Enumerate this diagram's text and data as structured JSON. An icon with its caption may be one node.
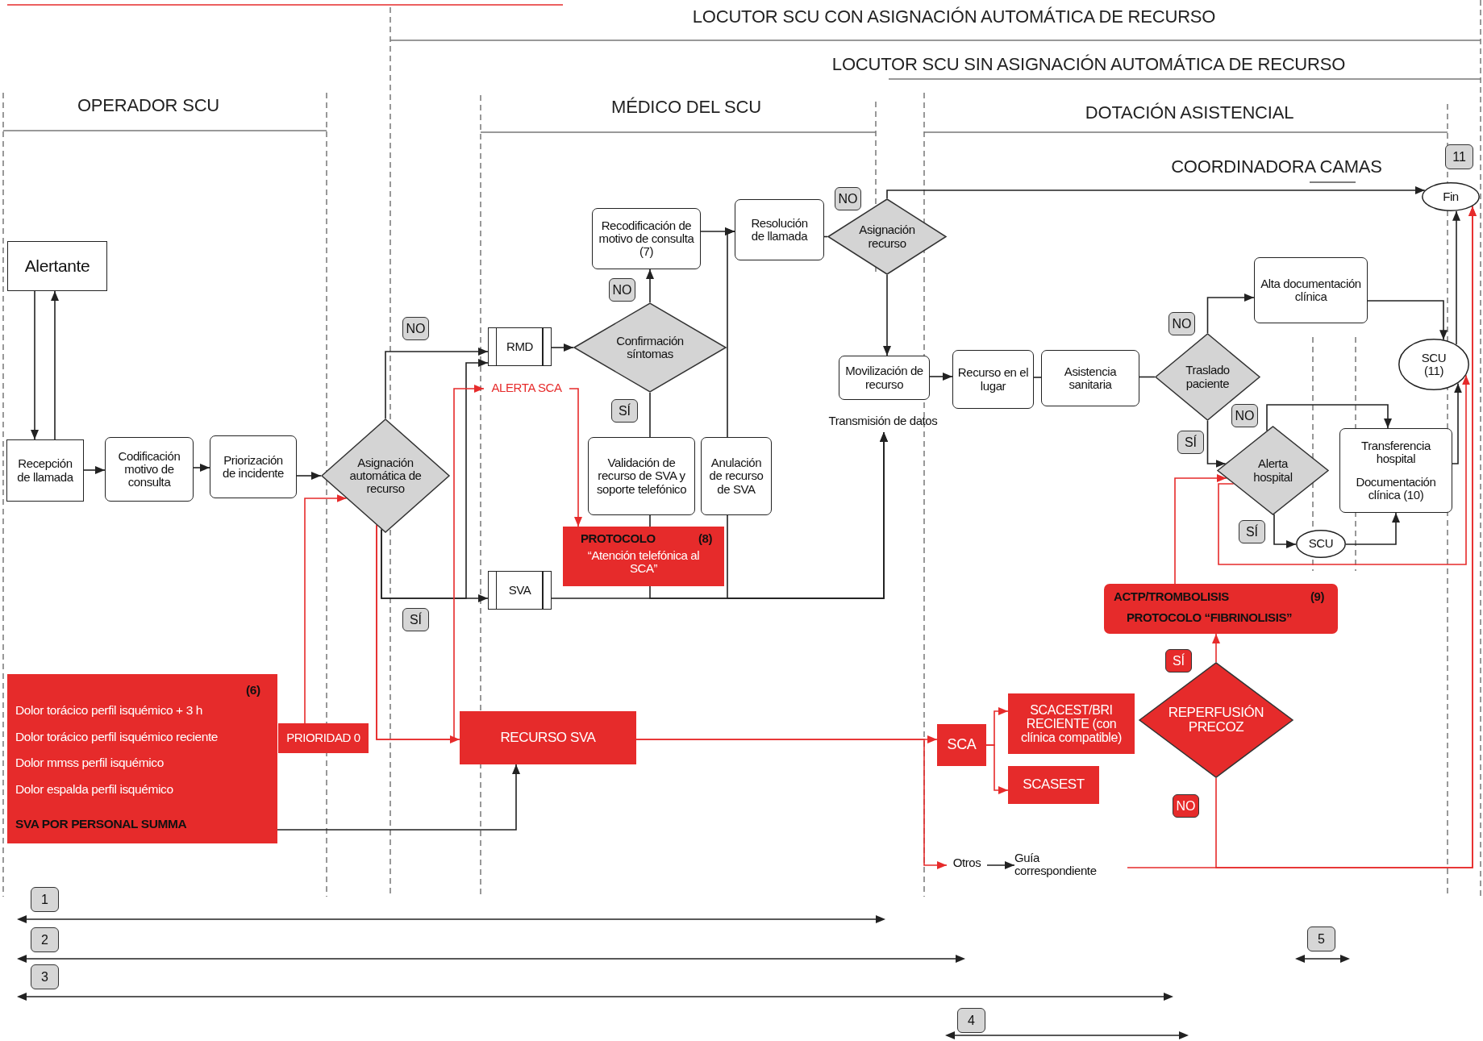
{
  "diagram": {
    "nodes": [
      {
        "text": [
          "Alertante"
        ]
      },
      {
        "text": [
          "Recepción de llamada"
        ]
      },
      {
        "text": [
          "Codificación motivo de consulta"
        ]
      },
      {
        "text": [
          "Priorización de incidente"
        ]
      },
      {
        "text": [
          "Asignación automática de recurso"
        ]
      },
      {
        "text": [
          "RMD"
        ]
      },
      {
        "text": [
          "Confirmación síntomas"
        ]
      },
      {
        "text": [
          "Recodificación de motivo de consulta (7)"
        ]
      },
      {
        "text": [
          "Resolución de llamada"
        ]
      },
      {
        "text": [
          "Asignación recurso"
        ]
      },
      {
        "text": [
          "Validación de recurso de SVA y soporte telefónico"
        ]
      },
      {
        "text": [
          "Anulación de recurso de SVA"
        ]
      },
      {
        "text": [
          "PROTOCOLO",
          "(8)",
          "“Atención telefónica al SCA”"
        ]
      },
      {
        "text": [
          "SVA"
        ]
      },
      {
        "text": [
          "Movilización de recurso"
        ]
      },
      {
        "text": [
          "Recurso en el lugar"
        ]
      },
      {
        "text": [
          "Asistencia sanitaria"
        ]
      },
      {
        "text": [
          "Traslado paciente"
        ]
      },
      {
        "text": [
          "Alta documentación clínica"
        ]
      },
      {
        "text": [
          "Alerta hospital"
        ]
      },
      {
        "text": [
          "Transferencia hospital",
          "Documentación clínica (10)"
        ]
      },
      {
        "text": [
          "SCU"
        ]
      },
      {
        "text": [
          "Fin"
        ]
      },
      {
        "text": [
          "SCU (11)"
        ]
      },
      {
        "text": [
          "Transmisión de datos"
        ]
      },
      {
        "text": [
          "(6)",
          "Dolor torácico perfil isquémico + 3 h",
          "Dolor torácico perfil isquémico reciente",
          "Dolor mmss perfil isquémico",
          "Dolor espalda perfil isquémico",
          "SVA POR PERSONAL SUMMA"
        ]
      },
      {
        "text": [
          "PRIORIDAD 0"
        ]
      },
      {
        "text": [
          "RECURSO SVA"
        ]
      },
      {
        "text": [
          "SCA"
        ]
      },
      {
        "text": [
          "SCACEST/BRI RECIENTE (con clínica compatible)"
        ]
      },
      {
        "text": [
          "SCASEST"
        ]
      },
      {
        "text": [
          "REPERFUSIÓN PRECOZ"
        ]
      },
      {
        "text": [
          "ACTP/TROMBOLISIS",
          "(9)",
          "PROTOCOLO “FIBRINOLISIS”"
        ]
      },
      {
        "text": [
          "Otros"
        ]
      },
      {
        "text": [
          "Guía correspondiente"
        ]
      },
      {
        "text": [
          "ALERTA SCA"
        ]
      }
    ],
    "edges": [
      {
        "from": 0,
        "to": 1,
        "arrow": "to"
      },
      {
        "from": 1,
        "to": 0,
        "arrow": "to"
      },
      {
        "from": 1,
        "to": 2,
        "arrow": "to"
      },
      {
        "from": 2,
        "to": 3,
        "arrow": "to"
      },
      {
        "from": 3,
        "to": 4,
        "arrow": "to"
      },
      {
        "from": 4,
        "to": 5,
        "arrow": "to",
        "label": "NO"
      },
      {
        "from": 4,
        "to": 13,
        "arrow": "to",
        "label": "SÍ"
      },
      {
        "from": 4,
        "to": 5,
        "arrow": "to"
      },
      {
        "from": 5,
        "to": 6,
        "arrow": "to"
      },
      {
        "from": 6,
        "to": 7,
        "arrow": "to",
        "label": "NO"
      },
      {
        "from": 6,
        "to": 10,
        "arrow": "none",
        "label": "SÍ"
      },
      {
        "from": 7,
        "to": 8,
        "arrow": "to"
      },
      {
        "from": 11,
        "to": 8,
        "arrow": "to"
      },
      {
        "from": 8,
        "to": 9,
        "arrow": "none"
      },
      {
        "from": 9,
        "to": 22,
        "arrow": "to",
        "label": "NO"
      },
      {
        "from": 9,
        "to": 14,
        "arrow": "to"
      },
      {
        "from": 14,
        "to": 15,
        "arrow": "to"
      },
      {
        "from": 15,
        "to": 16,
        "arrow": "none"
      },
      {
        "from": 16,
        "to": 17,
        "arrow": "none"
      },
      {
        "from": 17,
        "to": 18,
        "arrow": "to",
        "label": "NO"
      },
      {
        "from": 17,
        "to": 19,
        "arrow": "to",
        "label": "SÍ"
      },
      {
        "from": 19,
        "to": 20,
        "arrow": "to",
        "label": "NO"
      },
      {
        "from": 19,
        "to": 21,
        "arrow": "to",
        "label": "SÍ"
      },
      {
        "from": 21,
        "to": 20,
        "arrow": "to"
      },
      {
        "from": 18,
        "to": 23,
        "arrow": "to"
      },
      {
        "from": 20,
        "to": 23,
        "arrow": "to"
      },
      {
        "from": 23,
        "to": 22,
        "arrow": "to"
      },
      {
        "from": 26,
        "to": 4,
        "arrow": "to",
        "color": "#e62b2b"
      },
      {
        "from": 4,
        "to": 27,
        "arrow": "to",
        "color": "#e62b2b"
      },
      {
        "from": 4,
        "to": 35,
        "arrow": "to",
        "color": "#e62b2b"
      },
      {
        "from": 35,
        "to": 12,
        "arrow": "to",
        "color": "#e62b2b"
      },
      {
        "from": 25,
        "to": 27,
        "arrow": "to"
      },
      {
        "from": 27,
        "to": 28,
        "arrow": "to",
        "color": "#e62b2b"
      },
      {
        "from": 28,
        "to": 29,
        "arrow": "to",
        "color": "#e62b2b"
      },
      {
        "from": 28,
        "to": 30,
        "arrow": "to",
        "color": "#e62b2b"
      },
      {
        "from": 27,
        "to": 33,
        "arrow": "to",
        "color": "#e62b2b"
      },
      {
        "from": 33,
        "to": 34,
        "arrow": "to"
      },
      {
        "from": 31,
        "to": 32,
        "arrow": "to",
        "label": "SÍ",
        "color": "#e62b2b"
      },
      {
        "from": 31,
        "to": 22,
        "arrow": "to",
        "label": "NO",
        "color": "#e62b2b"
      },
      {
        "from": 34,
        "to": 22,
        "arrow": "to",
        "color": "#e62b2b"
      },
      {
        "from": 32,
        "to": 19,
        "arrow": "to",
        "color": "#e62b2b"
      },
      {
        "from": 19,
        "to": 23,
        "arrow": "to",
        "color": "#e62b2b"
      },
      {
        "from": 13,
        "to": 24,
        "arrow": "to"
      },
      {
        "from": 12,
        "to": 24,
        "arrow": "to"
      },
      {
        "from": 11,
        "to": 24,
        "arrow": "to"
      },
      {
        "from": 10,
        "to": 12,
        "arrow": "none"
      }
    ],
    "labels": [
      "LOCUTOR SCU CON ASIGNACIÓN AUTOMÁTICA DE RECURSO",
      "LOCUTOR SCU SIN ASIGNACIÓN AUTOMÁTICA DE RECURSO",
      "OPERADOR SCU",
      "MÉDICO DEL SCU",
      "DOTACIÓN ASISTENCIAL",
      "11",
      "COORDINADORA CAMAS",
      "1",
      "2",
      "3",
      "4",
      "5"
    ]
  }
}
